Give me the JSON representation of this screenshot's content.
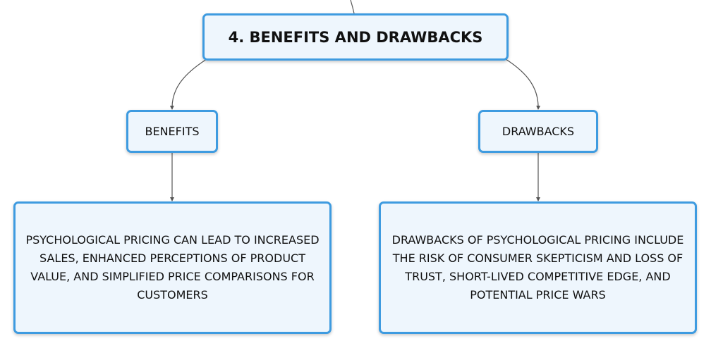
{
  "root": {
    "title": "4. BENEFITS AND DRAWBACKS"
  },
  "branches": {
    "benefits": {
      "label": "BENEFITS",
      "detail": "PSYCHOLOGICAL PRICING CAN LEAD TO INCREASED SALES, ENHANCED PERCEPTIONS OF PRODUCT VALUE, AND SIMPLIFIED PRICE COMPARISONS FOR CUSTOMERS"
    },
    "drawbacks": {
      "label": "DRAWBACKS",
      "detail": "DRAWBACKS OF PSYCHOLOGICAL PRICING INCLUDE THE RISK OF CONSUMER SKEPTICISM AND LOSS OF TRUST, SHORT-LIVED COMPETITIVE EDGE, AND POTENTIAL PRICE WARS"
    }
  },
  "colors": {
    "node_border": "#3e9be0",
    "node_fill": "#eef6fd",
    "connector": "#555555",
    "text": "#111111"
  }
}
